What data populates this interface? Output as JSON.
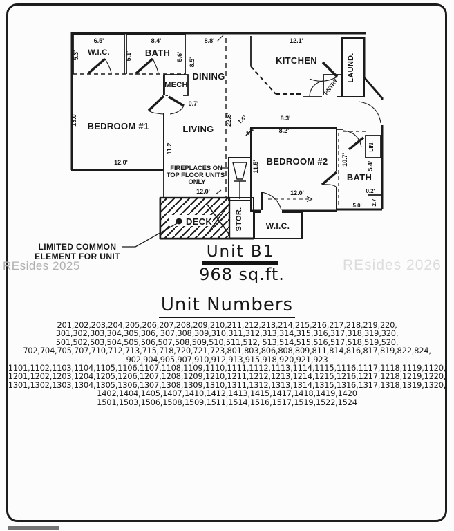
{
  "watermarks": {
    "left": "REsides 2025",
    "right": "REsides 2026"
  },
  "plan": {
    "title": "Unit B1",
    "area": "968 sq.ft.",
    "rooms": {
      "wic1": "W.I.C.",
      "bath1": "BATH",
      "bedroom1": "BEDROOM #1",
      "mech": "MECH",
      "dining": "DINING",
      "living": "LIVING",
      "kitchen": "KITCHEN",
      "laundry": "LAUND.",
      "pantry": "PNTRY",
      "bedroom2": "BEDROOM #2",
      "bath2": "BATH",
      "linen": "LIN.",
      "storage": "STOR.",
      "wic2": "W.I.C.",
      "deck": "DECK"
    },
    "dims": {
      "wic1_w": "6.5'",
      "wic1_h": "5.3'",
      "bath1_w": "8.4'",
      "bath1_left": "5.1'",
      "bath1_right": "5.6'",
      "dining_w": "8.8'",
      "dining_h": "8.5'",
      "mech_d": "0.7'",
      "bedroom1_h": "13.0'",
      "bedroom1_w": "12.0'",
      "living_h": "11.2'",
      "living_w": "12.0'",
      "unit_depth": "22.8'",
      "kitchen_w": "12.1'",
      "br2_top1": "8.3'",
      "br2_top2": "8.2'",
      "br2_diag1": "1.6'",
      "br2_diag2": "1.1'",
      "bedroom2_h": "11.5'",
      "bedroom2_w": "12.0'",
      "bath2_h": "10.7'",
      "bath2_right": "5.4'",
      "bath2_step": "0.2'",
      "bath2_lower": "2.7'",
      "bath2_w": "5.0'"
    },
    "notes": {
      "fireplace_line1": "FIREPLACES ON",
      "fireplace_line2": "TOP FLOOR UNITS",
      "fireplace_line3": "ONLY",
      "limited_line1": "LIMITED COMMON",
      "limited_line2": "ELEMENT FOR UNIT"
    }
  },
  "unit_numbers": {
    "heading": "Unit Numbers",
    "lines": [
      "201,202,203,204,205,206,207,208,209,210,211,212,213,214,215,216,217,218,219,220,",
      "301,302,303,304,305,306, 307,308,309,310,311,312,313,314,315,316,317,318,319,320,",
      "501,502,503,504,505,506,507,508,509,510,511,512, 513,514,515,516,517,518,519,520,",
      "702,704,705,707,710,712,713,715,718,720,721,723,801,803,806,808,809,811,814,816,817,819,822,824,",
      "902,904,905,907,910,912,913,915,918,920,921,923",
      "1101,1102,1103,1104,1105,1106,1107,1108,1109,1110,1111,1112,1113,1114,1115,1116,1117,1118,1119,1120,",
      "1201,1202,1203,1204,1205,1206,1207,1208,1209,1210,1211,1212,1213,1214,1215,1216,1217,1218,1219,1220,",
      "1301,1302,1303,1304,1305,1306,1307,1308,1309,1310,1311,1312,1313,1314,1315,1316,1317,1318,1319,1320,",
      "1402,1404,1405,1407,1410,1412,1413,1415,1417,1418,1419,1420",
      "1501,1503,1506,1508,1509,1511,1514,1516,1517,1519,1522,1524"
    ]
  }
}
